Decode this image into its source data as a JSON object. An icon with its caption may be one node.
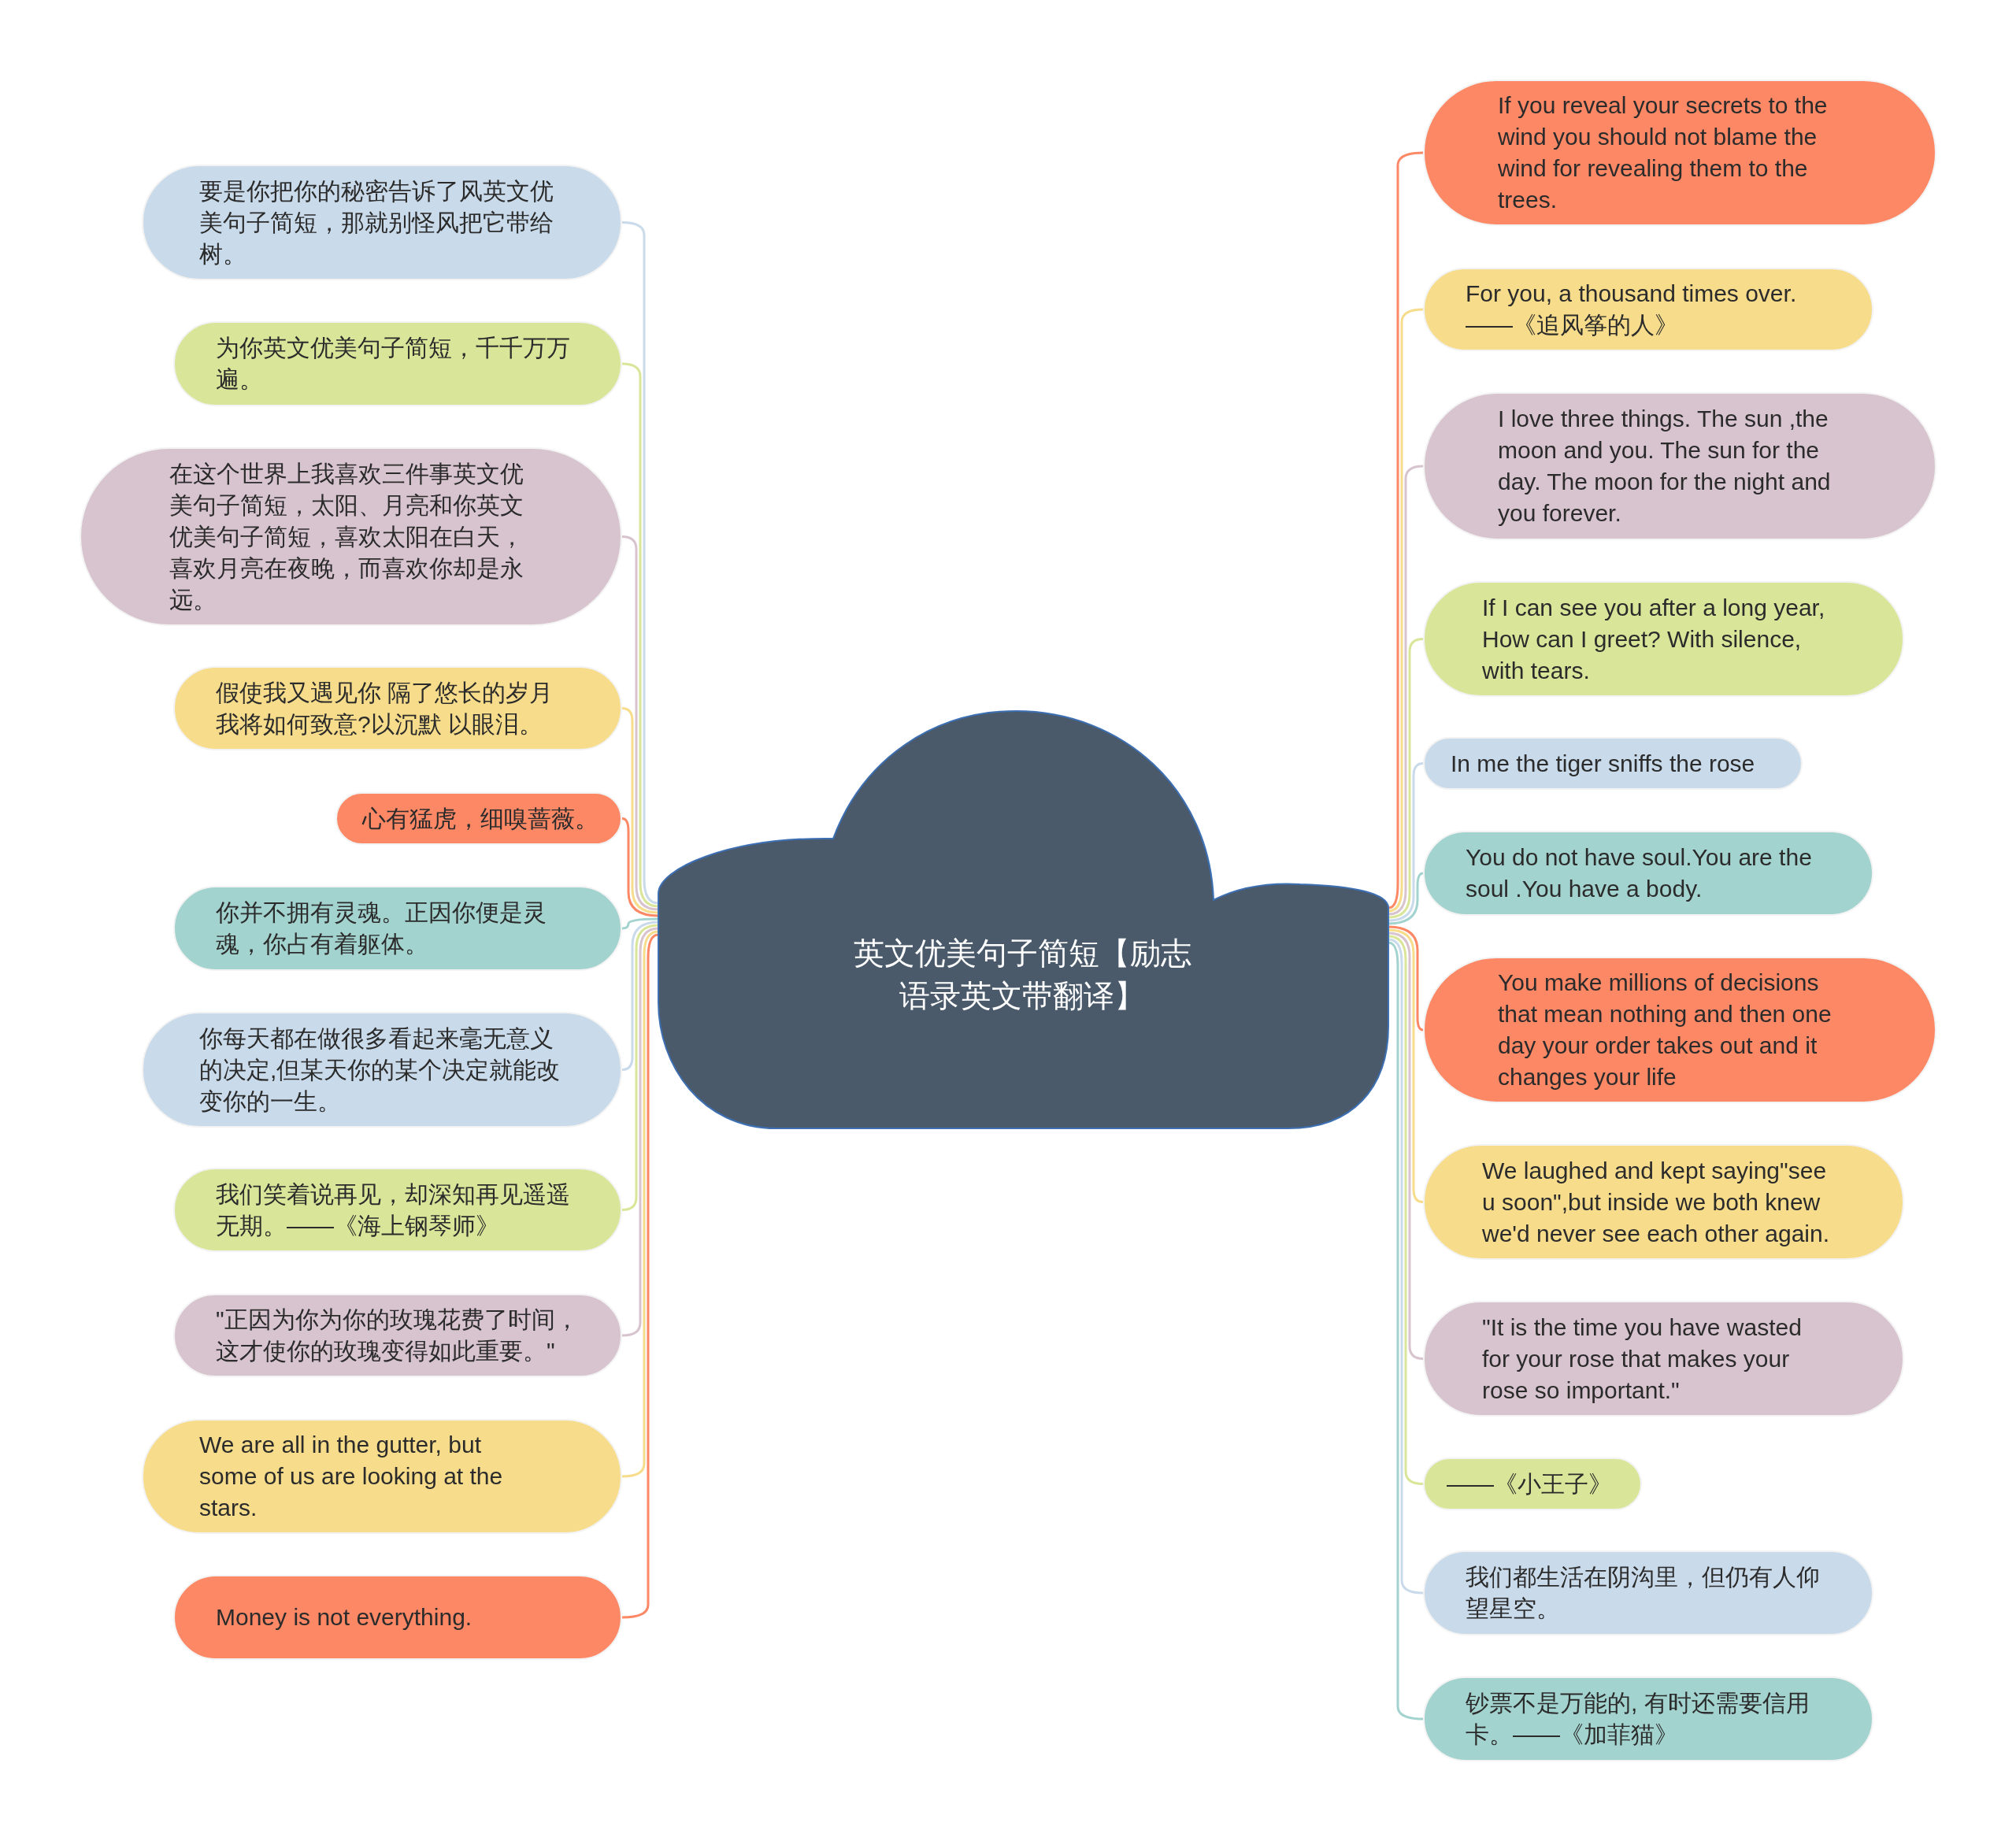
{
  "diagram": {
    "nodes": [
      {
        "text": [
          "英文优美句子简短【励志语录英文带翻译】"
        ]
      },
      {
        "text": [
          "要是你把你的秘密告诉了风英文优美句子简短，那就别怪风把它带给树。"
        ]
      },
      {
        "text": [
          "为你英文优美句子简短，千千万万遍。"
        ]
      },
      {
        "text": [
          "在这个世界上我喜欢三件事英文优美句子简短，太阳、月亮和你英文优美句子简短，喜欢太阳在白天，喜欢月亮在夜晚，而喜欢你却是永远。"
        ]
      },
      {
        "text": [
          "假使我又遇见你 隔了悠长的岁月我将如何致意?以沉默 以眼泪。"
        ]
      },
      {
        "text": [
          "心有猛虎，细嗅蔷薇。"
        ]
      },
      {
        "text": [
          "你并不拥有灵魂。正因你便是灵魂，你占有着躯体。"
        ]
      },
      {
        "text": [
          "你每天都在做很多看起来毫无意义的决定,但某天你的某个决定就能改变你的一生。"
        ]
      },
      {
        "text": [
          "我们笑着说再见，却深知再见遥遥无期。——《海上钢琴师》"
        ]
      },
      {
        "text": [
          "\"正因为你为你的玫瑰花费了时间，这才使你的玫瑰变得如此重要。\""
        ]
      },
      {
        "text": [
          "We are all in the gutter, but some of us are looking at the stars."
        ]
      },
      {
        "text": [
          "Money is not everything."
        ]
      },
      {
        "text": [
          "If you reveal your secrets to the wind you should not blame the wind for revealing them to the trees."
        ]
      },
      {
        "text": [
          "For you, a thousand times over. ——《追风筝的人》"
        ]
      },
      {
        "text": [
          "I love three things. The sun ,the moon and you. The sun for the day. The moon for the night and you forever."
        ]
      },
      {
        "text": [
          "If I can see you after a long year, How can I greet? With silence, with tears."
        ]
      },
      {
        "text": [
          "In me the tiger sniffs the rose"
        ]
      },
      {
        "text": [
          "You do not have soul.You are the soul .You have a body."
        ]
      },
      {
        "text": [
          "You make millions of decisions that mean nothing and then one day your order takes out and it changes your life"
        ]
      },
      {
        "text": [
          "We laughed and kept saying\"see u soon\",but inside we both knew we'd never see each other again."
        ]
      },
      {
        "text": [
          "\"It is the time you have wasted for your rose that makes your rose so important.\""
        ]
      },
      {
        "text": [
          "——《小王子》"
        ]
      },
      {
        "text": [
          "我们都生活在阴沟里，但仍有人仰望星空。"
        ]
      },
      {
        "text": [
          "钞票不是万能的, 有时还需要信用卡。——《加菲猫》"
        ]
      }
    ],
    "edges": [
      {
        "from": 0,
        "to": 1,
        "arrow": "none",
        "color": "#c9daea"
      },
      {
        "from": 0,
        "to": 2,
        "arrow": "none",
        "color": "#d9e699"
      },
      {
        "from": 0,
        "to": 3,
        "arrow": "none",
        "color": "#d8c4ce"
      },
      {
        "from": 0,
        "to": 4,
        "arrow": "none",
        "color": "#f6dc8b"
      },
      {
        "from": 0,
        "to": 5,
        "arrow": "none",
        "color": "#fc8866"
      },
      {
        "from": 0,
        "to": 6,
        "arrow": "none",
        "color": "#a3d3cf"
      },
      {
        "from": 0,
        "to": 7,
        "arrow": "none",
        "color": "#c9daea"
      },
      {
        "from": 0,
        "to": 8,
        "arrow": "none",
        "color": "#d9e699"
      },
      {
        "from": 0,
        "to": 9,
        "arrow": "none",
        "color": "#d8c4ce"
      },
      {
        "from": 0,
        "to": 10,
        "arrow": "none",
        "color": "#f6dc8b"
      },
      {
        "from": 0,
        "to": 11,
        "arrow": "none",
        "color": "#fc8866"
      },
      {
        "from": 0,
        "to": 12,
        "arrow": "none",
        "color": "#fc8866"
      },
      {
        "from": 0,
        "to": 13,
        "arrow": "none",
        "color": "#f6dc8b"
      },
      {
        "from": 0,
        "to": 14,
        "arrow": "none",
        "color": "#d8c4ce"
      },
      {
        "from": 0,
        "to": 15,
        "arrow": "none",
        "color": "#d9e699"
      },
      {
        "from": 0,
        "to": 16,
        "arrow": "none",
        "color": "#c9daea"
      },
      {
        "from": 0,
        "to": 17,
        "arrow": "none",
        "color": "#a3d3cf"
      },
      {
        "from": 0,
        "to": 18,
        "arrow": "none",
        "color": "#fc8866"
      },
      {
        "from": 0,
        "to": 19,
        "arrow": "none",
        "color": "#f6dc8b"
      },
      {
        "from": 0,
        "to": 20,
        "arrow": "none",
        "color": "#d8c4ce"
      },
      {
        "from": 0,
        "to": 21,
        "arrow": "none",
        "color": "#d9e699"
      },
      {
        "from": 0,
        "to": 22,
        "arrow": "none",
        "color": "#c9daea"
      },
      {
        "from": 0,
        "to": 23,
        "arrow": "none",
        "color": "#a3d3cf"
      }
    ]
  }
}
